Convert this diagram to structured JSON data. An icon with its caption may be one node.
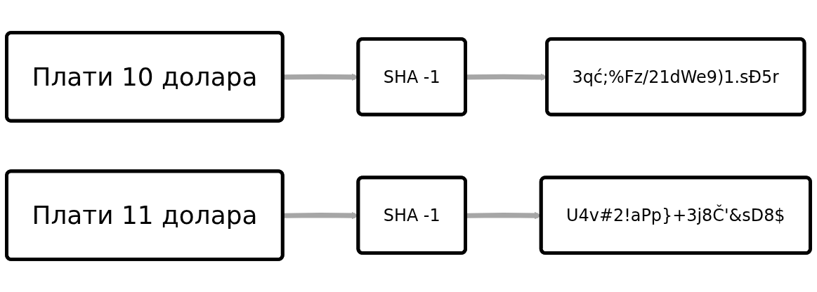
{
  "diagram": {
    "nodes": [
      {
        "text": [
          "Плати 10 долара"
        ]
      },
      {
        "text": [
          "SHA -1"
        ]
      },
      {
        "text": [
          "3qć;%Fz/21dWe9)1.sĐ5r"
        ]
      },
      {
        "text": [
          "Плати 11 долара"
        ]
      },
      {
        "text": [
          "SHA -1"
        ]
      },
      {
        "text": [
          "U4v#2!aPp}+3j8Č'&sD8$"
        ]
      }
    ],
    "edges": [
      {
        "from": 0,
        "to": 1,
        "arrow": "to"
      },
      {
        "from": 1,
        "to": 2,
        "arrow": "to"
      },
      {
        "from": 3,
        "to": 4,
        "arrow": "to"
      },
      {
        "from": 4,
        "to": 5,
        "arrow": "to"
      }
    ]
  }
}
